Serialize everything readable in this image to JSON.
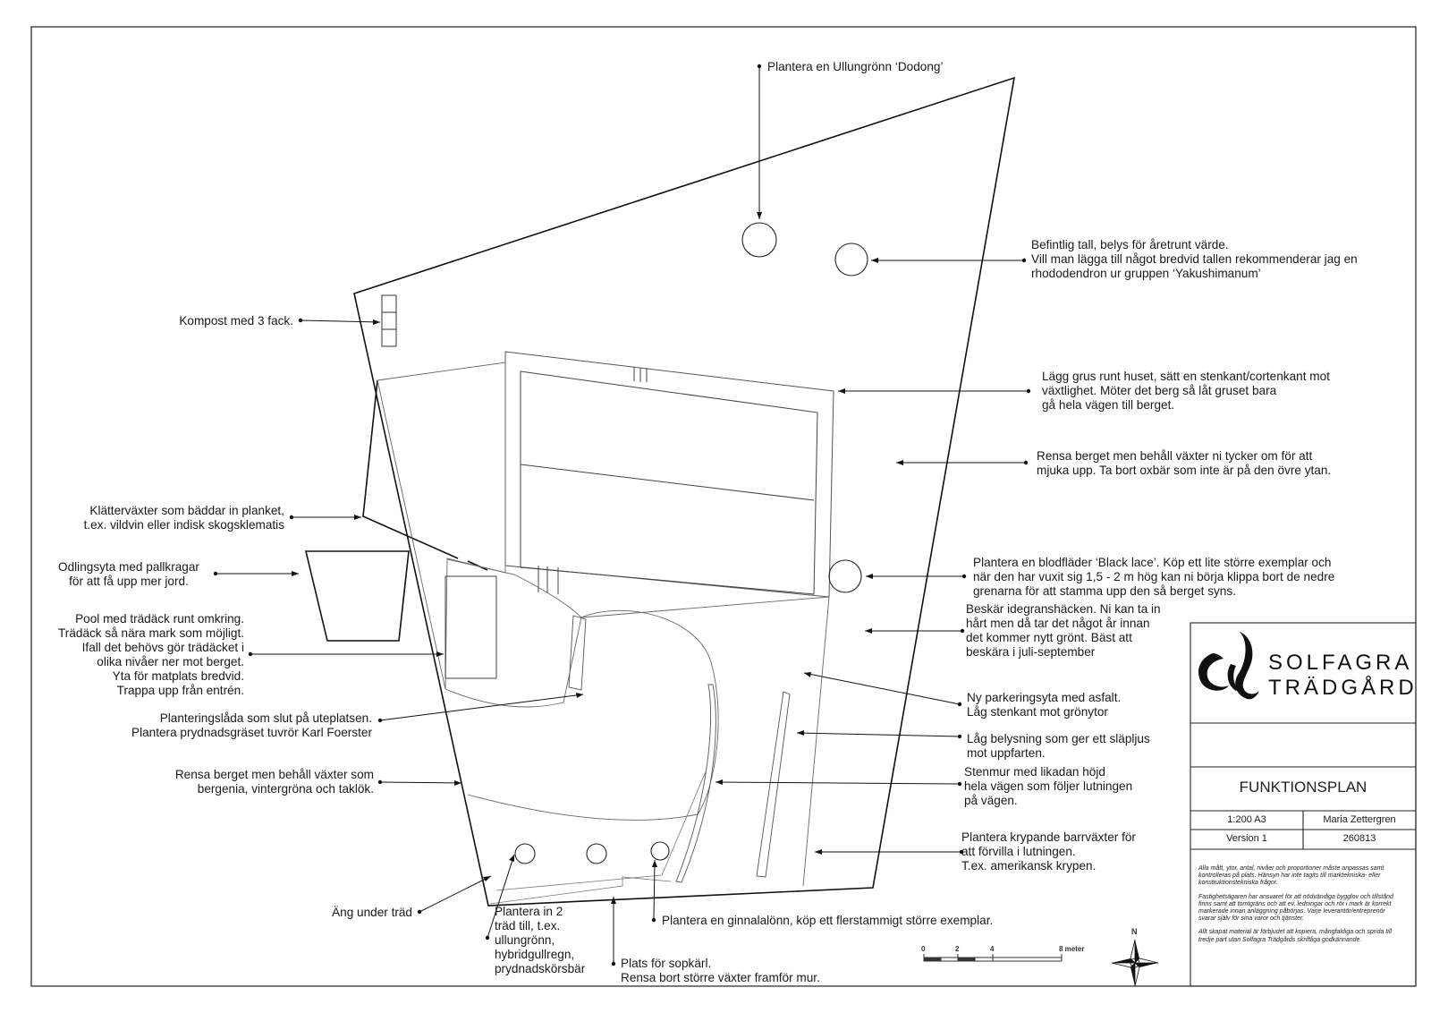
{
  "annotations": {
    "ullungronn": [
      "Plantera en Ullungrönn ‘Dodong’"
    ],
    "tall": [
      "Befintlig tall, belys för åretrunt värde.",
      "Vill man lägga till något bredvid tallen rekommenderar jag en",
      "rhododendron ur gruppen ‘Yakushimanum’"
    ],
    "kompost": [
      "Kompost med 3 fack."
    ],
    "grus": [
      "Lägg grus runt huset, sätt en stenkant/cortenkant mot",
      "växtlighet. Möter det berg så låt gruset bara",
      "gå hela vägen till berget."
    ],
    "rensa_berget_ovre": [
      "Rensa berget men behåll växter ni tycker om för att",
      "mjuka upp. Ta bort oxbär som inte är på den övre ytan."
    ],
    "klattervaxter": [
      "Klätterväxter som bäddar in planket,",
      "t.ex. vildvin eller indisk skogsklematis"
    ],
    "odlingsyta": [
      "Odlingsyta med pallkragar",
      "för att få upp mer jord."
    ],
    "blodflader": [
      "Plantera en blodfläder ‘Black lace’. Köp ett lite större exemplar och",
      "när den har vuxit sig 1,5 - 2 m hög kan ni börja klippa bort de nedre",
      "grenarna för att stamma upp den så berget syns."
    ],
    "idegran": [
      "Beskär idegranshäcken. Ni kan ta in",
      "hårt men då tar det något år innan",
      "det kommer nytt grönt. Bäst att",
      "beskära i juli-september"
    ],
    "pool": [
      "Pool med trädäck runt omkring.",
      "Trädäck så nära mark som möjligt.",
      "Ifall det behövs gör trädäcket i",
      "olika nivåer ner mot berget.",
      "Yta för matplats bredvid.",
      "Trappa upp från entrén."
    ],
    "parkering": [
      "Ny parkeringsyta med asfalt.",
      "Låg stenkant mot grönytor"
    ],
    "planteringslada": [
      "Planteringslåda som slut på uteplatsen.",
      "Plantera prydnadsgräset tuvrör Karl Foerster"
    ],
    "belysning": [
      "Låg belysning som ger ett släpljus",
      "mot uppfarten."
    ],
    "rensa_berget_nedre": [
      "Rensa berget men behåll växter som",
      "bergenia, vintergröna och taklök."
    ],
    "stenmur": [
      "Stenmur med likadan höjd",
      "hela vägen som följer lutningen",
      "på vägen."
    ],
    "krypande": [
      "Plantera krypande barrväxter för",
      "att förvilla i lutningen.",
      "T.ex. amerikansk krypen."
    ],
    "ang": [
      "Äng under träd"
    ],
    "tva_trad": [
      "Plantera in 2",
      "träd till, t.ex.",
      "ullungrönn,",
      "hybridgullregn,",
      "prydnadskörsbär"
    ],
    "ginnalalonn": [
      "Plantera en ginnalalönn, köp ett flerstammigt större exemplar."
    ],
    "sopkarl": [
      "Plats för sopkärl.",
      "Rensa bort större växter framför mur."
    ]
  },
  "scale_bar": {
    "labels": [
      "0",
      "2",
      "4",
      "8 meter"
    ]
  },
  "north_arrow": {
    "label": "N"
  },
  "title_block": {
    "logo_line1": "SOLFAGRA",
    "logo_line2": "TRÄDGÅRD",
    "title": "FUNKTIONSPLAN",
    "scale": "1:200 A3",
    "author": "Maria Zettergren",
    "version": "Version 1",
    "date": "260813",
    "disclaimer": [
      "Alla mått, ytor, antal, nivåer och proportioner måste anpassas samt kontrolleras på plats. Hänsyn har inte tagits till marktekniska- eller konstruktionstekniska frågor.",
      "Fastighetsägaren har ansvaret för att nödvändiga bygglov och tillstånd finns samt att tomtgräns och att ev. ledningar och rör i mark är korrekt markerade innan anläggning påbörjas. Varje leverantör/entreprenör svarar själv för sina varor och tjänster.",
      "Allt skapat material är förbjudet att kopiera, mångfaldiga och sprida till tredje part utan Solfagra Trädgårds skriftliga godkännande."
    ]
  }
}
